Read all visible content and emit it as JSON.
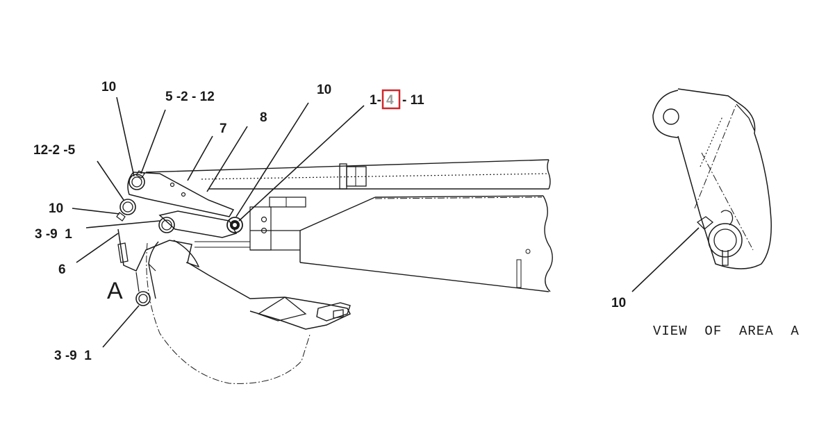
{
  "callouts": {
    "top_left_10": "10",
    "c_5_2_12": "5 -2 - 12",
    "c_7": "7",
    "c_8": "8",
    "top_mid_10": "10",
    "c_1_prefix": "1-",
    "c_highlight": "4",
    "c_11_suffix": "- 11",
    "c_12_2_5": "12-2 -5",
    "left_10": "10",
    "c_3_9_1_upper": "3 -9  1",
    "c_6": "6",
    "area_marker": "A",
    "c_3_9_1_lower": "3 -9  1",
    "detail_10": "10"
  },
  "detail": {
    "caption": "VIEW  OF  AREA  A"
  },
  "colors": {
    "highlight_box": "#d0262b",
    "highlight_text": "#9a9a9a",
    "line": "#1a1a1a"
  }
}
